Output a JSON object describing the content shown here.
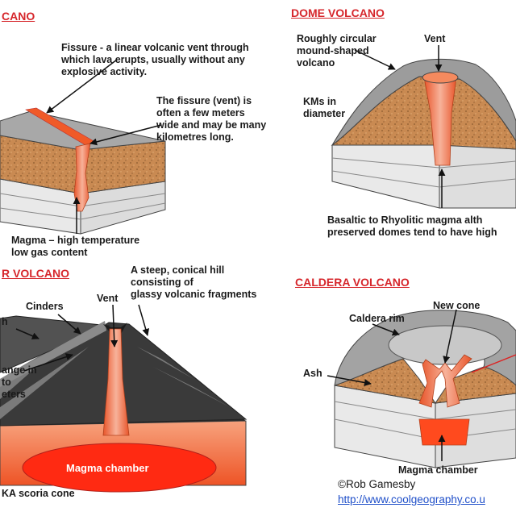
{
  "fissure": {
    "title": "CANO",
    "label_top": "Fissure - a linear volcanic vent through\nwhich lava erupts, usually without any\nexplosive activity.",
    "label_mid": "The fissure (vent) is\noften a few meters\nwide and may be many\nkilometres long.",
    "label_bottom": "Magma – high temperature\nlow gas content"
  },
  "dome": {
    "title": "DOME VOLCANO",
    "label_shape": "Roughly circular\nmound-shaped\nvolcano",
    "label_vent": "Vent",
    "label_size": "KMs in\ndiameter",
    "label_magma": "Basaltic to Rhyolitic magma alth\npreserved domes tend to have high"
  },
  "cinder": {
    "title": "R VOLCANO",
    "label_hill": "A steep, conical hill\nconsisting of\nglassy volcanic fragments",
    "label_vent": "Vent",
    "label_cinders": "Cinders",
    "label_ash": "h",
    "label_range": "ange in\nto\neters",
    "label_chamber": "Magma chamber",
    "label_aka": "KA scoria cone"
  },
  "caldera": {
    "title": "CALDERA VOLCANO",
    "label_newcone": "New cone",
    "label_rim": "Caldera rim",
    "label_ash": "Ash",
    "label_chamber": "Magma chamber"
  },
  "credit": "©Rob Gamesby",
  "url": "http://www.coolgeography.co.u",
  "colors": {
    "title": "#d6262b",
    "magma": "#f05a28",
    "rock": "#c8884f",
    "ash_grey": "#9a9a9a",
    "layer_white": "#e8e8e8"
  }
}
